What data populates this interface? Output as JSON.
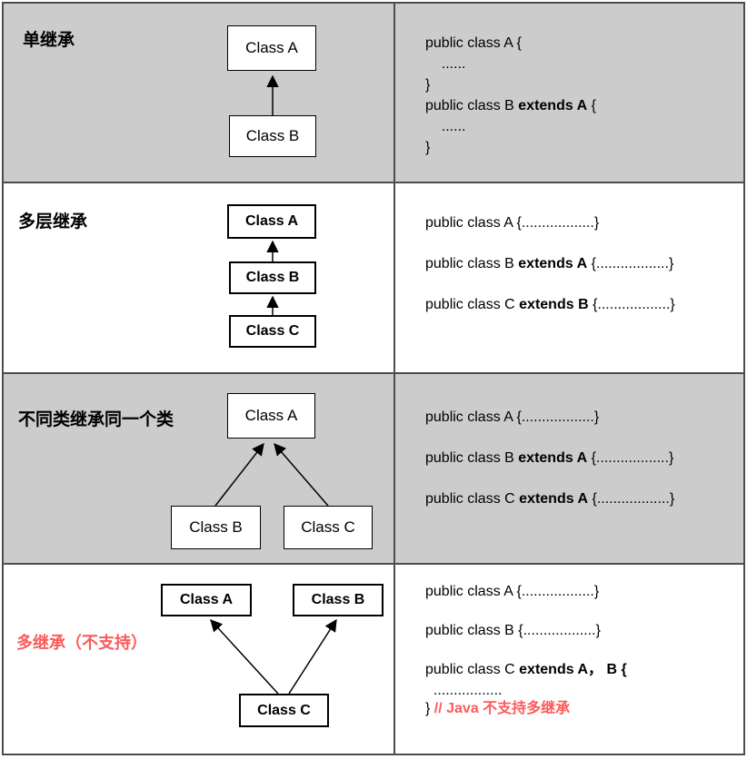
{
  "colors": {
    "shaded_row_bg": "#cccccc",
    "highlight_red": "#fb5b5b",
    "grid_border": "#4d4d4d",
    "box_border": "#000000"
  },
  "rows": [
    {
      "label": "单继承",
      "diagram": {
        "top": "Class A",
        "bottom": "Class B"
      },
      "code": {
        "l1": "public class A {",
        "l2": "    ......",
        "l3": "}",
        "l4a": "public class B ",
        "l4b": "extends A",
        "l4c": " {",
        "l5": "    ......",
        "l6": "}"
      }
    },
    {
      "label": "多层继承",
      "diagram": {
        "top": "Class A",
        "middle": "Class B",
        "bottom": "Class C"
      },
      "code": {
        "l1": "public class A {..................}",
        "l2a": "public class B ",
        "l2b": "extends A",
        "l2c": " {..................}",
        "l3a": "public class C ",
        "l3b": "extends B",
        "l3c": " {..................}"
      }
    },
    {
      "label": "不同类继承同一个类",
      "diagram": {
        "top": "Class A",
        "left": "Class B",
        "right": "Class C"
      },
      "code": {
        "l1": "public class A {..................}",
        "l2a": "public class B ",
        "l2b": "extends A",
        "l2c": " {..................}",
        "l3a": "public class C ",
        "l3b": "extends A",
        "l3c": " {..................}"
      }
    },
    {
      "label": "多继承（不支持）",
      "diagram": {
        "left": "Class A",
        "right": "Class B",
        "bottom": "Class C"
      },
      "code": {
        "l1": "public class A {..................}",
        "l2": "public class B {..................}",
        "l3a": "public class C ",
        "l3b": "extends A， B {",
        "l4": "  .................",
        "l5a": "} ",
        "l5b": "// Java 不支持多继承"
      }
    }
  ]
}
